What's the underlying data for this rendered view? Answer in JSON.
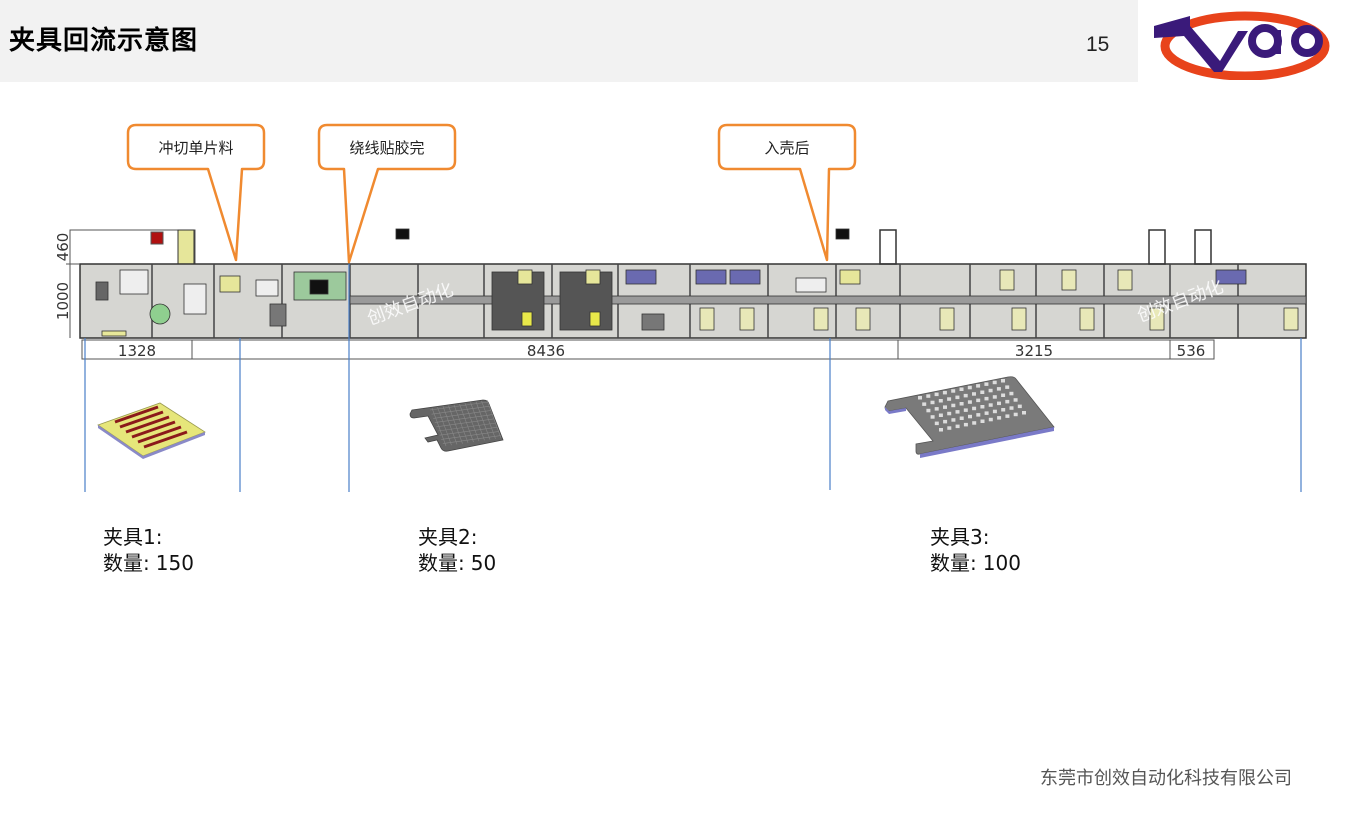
{
  "header": {
    "title": "夹具回流示意图",
    "page_number": "15",
    "logo": {
      "name": "company-logo",
      "text": "vao",
      "colors": {
        "swoosh": "#e8431b",
        "letters": "#3a1a7a"
      }
    }
  },
  "callouts": [
    {
      "label": "冲切单片料"
    },
    {
      "label": "绕线贴胶完"
    },
    {
      "label": "入壳后"
    }
  ],
  "layout_drawing": {
    "vertical_dimensions": [
      "460",
      "1000"
    ],
    "horizontal_dimensions": [
      "1328",
      "8436",
      "3215",
      "536"
    ],
    "watermark": "创效自动化",
    "colors": {
      "frame": "#c8c8c4",
      "outline": "#333333",
      "callout_border": "#f08a30",
      "marker_line": "#4a7fc8"
    }
  },
  "fixtures": [
    {
      "name_label": "夹具1:",
      "quantity_label": "数量:",
      "quantity": "150"
    },
    {
      "name_label": "夹具2:",
      "quantity_label": "数量:",
      "quantity": "50"
    },
    {
      "name_label": "夹具3:",
      "quantity_label": "数量:",
      "quantity": "100"
    }
  ],
  "footer": {
    "company": "东莞市创效自动化科技有限公司"
  }
}
